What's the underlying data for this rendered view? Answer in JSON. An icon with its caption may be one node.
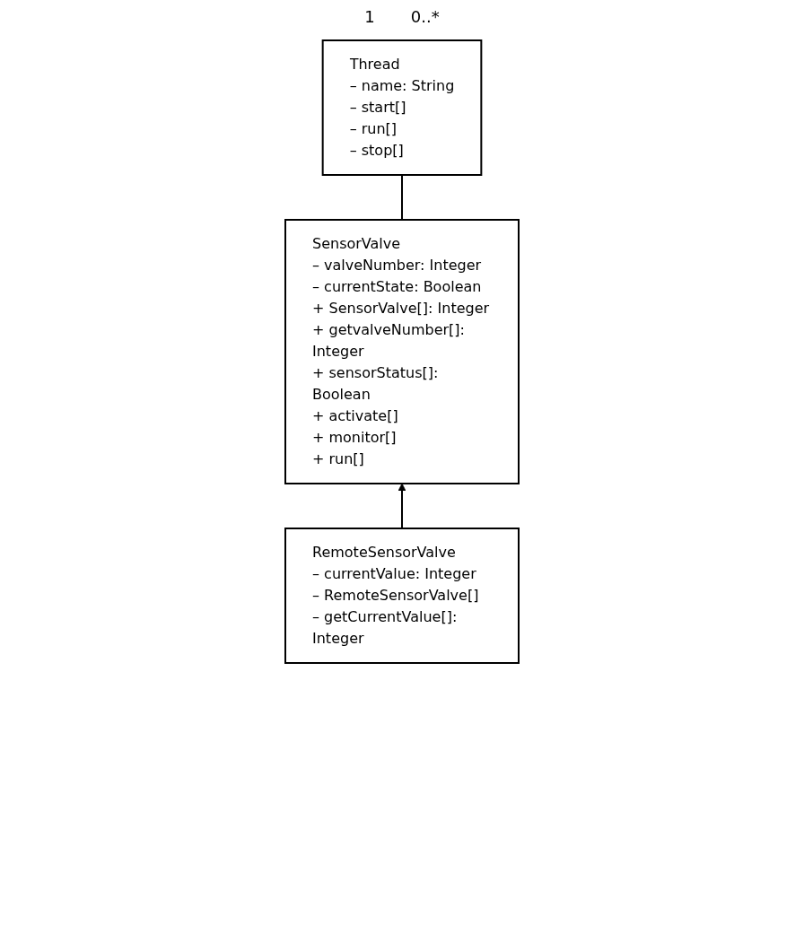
{
  "diagram": {
    "nodes": [
      {
        "text": [
          "SensorValve",
          "– valveNumber: Integer",
          "– currentState: Boolean",
          "+ SensorValve[]: Integer",
          "+ getvalveNumber[]: Integer",
          "+ sensorStatus[]: Boolean",
          "+ activate[]",
          "+ monitor[]",
          "+ run[]"
        ]
      },
      {
        "text": [
          "Thread",
          "– name: String",
          "– start[]",
          "– run[]",
          "– stop[]"
        ]
      },
      {
        "text": [
          "RemoteSensorValve",
          "– currentValue: Integer",
          "– RemoteSensorValve[]",
          "– getCurrentValue[]: Integer"
        ]
      }
    ],
    "edges": [
      {
        "from": 0,
        "to": 1,
        "arrow": "none"
      },
      {
        "from": 2,
        "to": 0,
        "arrow": "to"
      }
    ],
    "labels": [
      "1",
      "0..*"
    ]
  }
}
